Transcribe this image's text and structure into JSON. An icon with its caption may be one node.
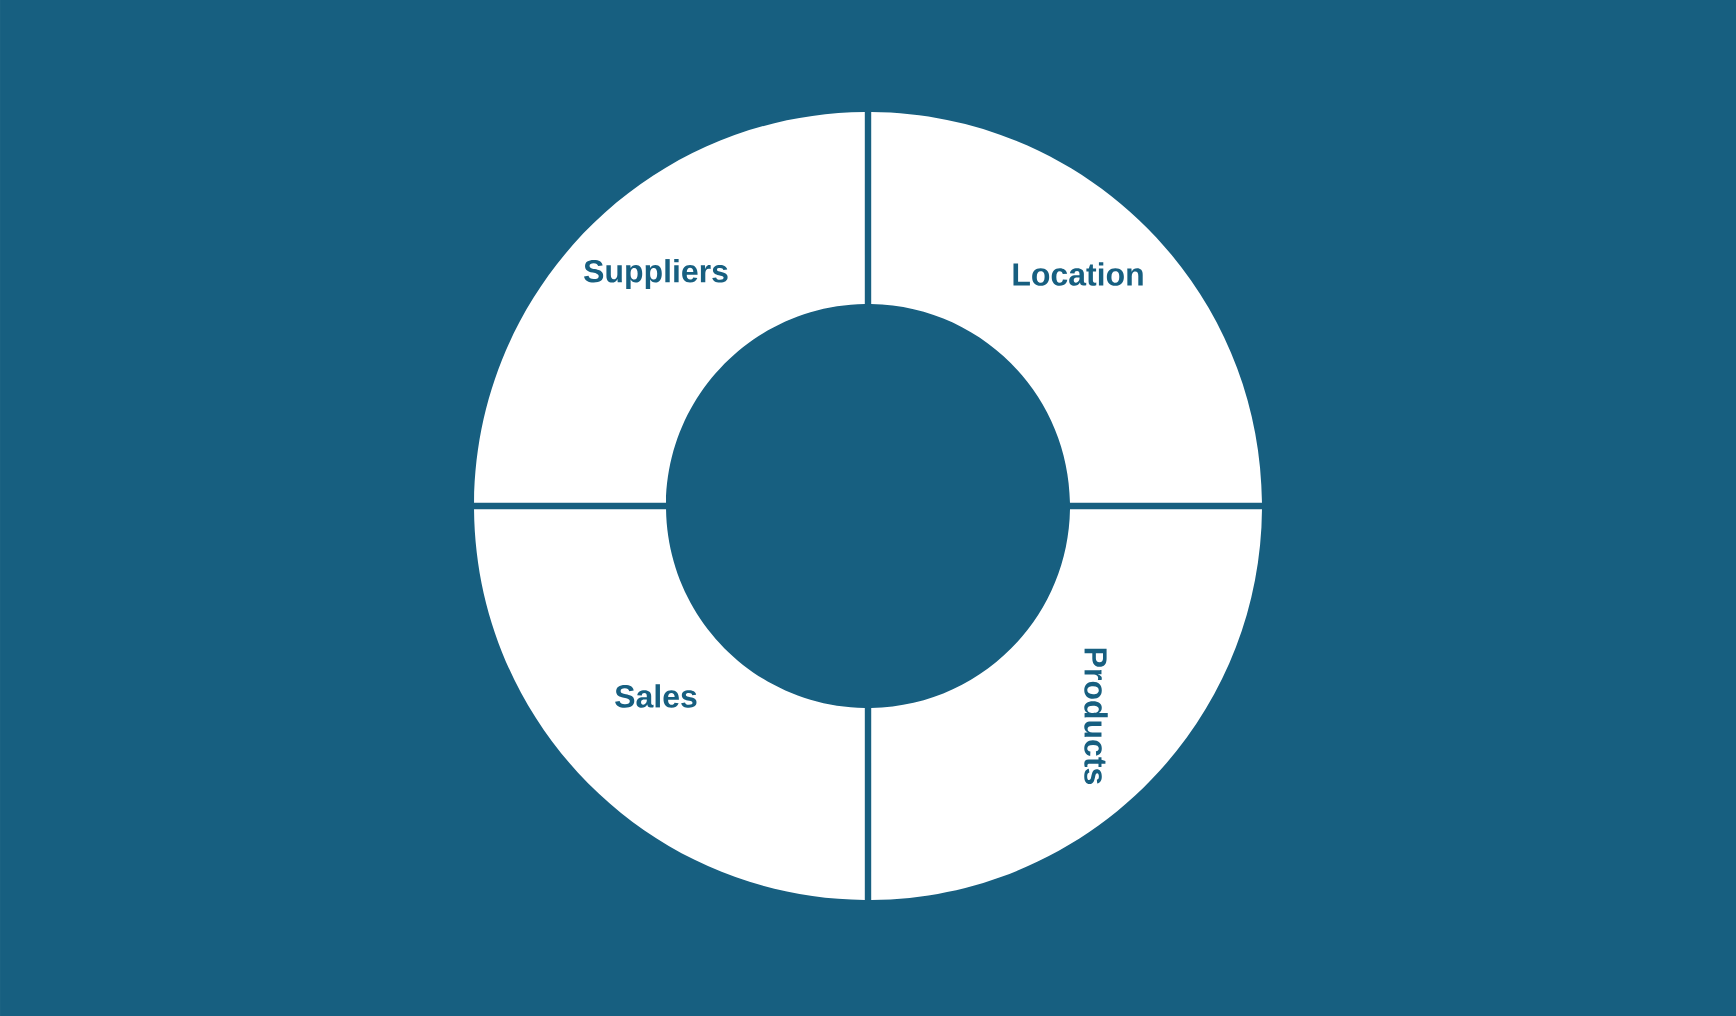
{
  "diagram": {
    "nodes": [
      {
        "text": [
          "Suppliers"
        ]
      },
      {
        "text": [
          "Location"
        ]
      },
      {
        "text": [
          "Products"
        ]
      },
      {
        "text": [
          "Sales"
        ]
      }
    ]
  }
}
